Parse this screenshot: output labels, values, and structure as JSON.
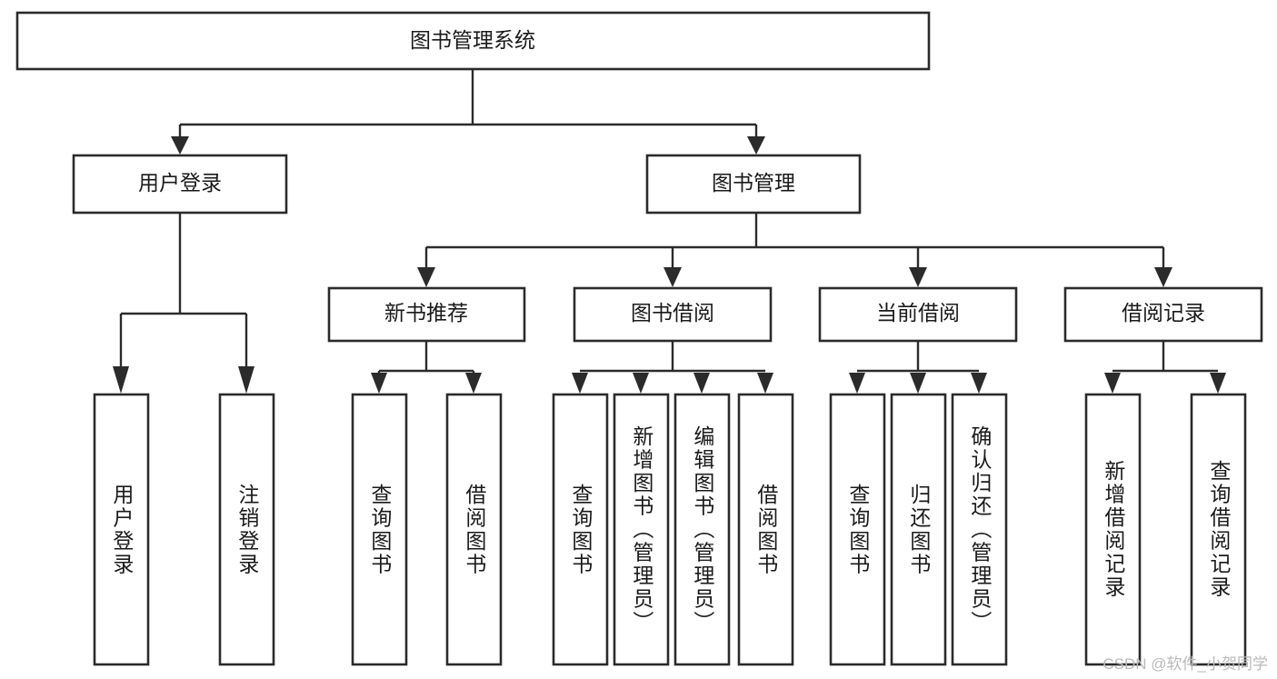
{
  "diagram": {
    "type": "tree-hierarchy",
    "title": "图书管理系统",
    "root": {
      "label": "图书管理系统"
    },
    "level2": [
      {
        "label": "用户登录"
      },
      {
        "label": "图书管理"
      }
    ],
    "level3": [
      {
        "label": "新书推荐"
      },
      {
        "label": "图书借阅"
      },
      {
        "label": "当前借阅"
      },
      {
        "label": "借阅记录"
      }
    ],
    "leaves": {
      "user_login": [
        {
          "label": "用户登录"
        },
        {
          "label": "注销登录"
        }
      ],
      "new_book_recommend": [
        {
          "label": "查询图书"
        },
        {
          "label": "借阅图书"
        }
      ],
      "book_borrow": [
        {
          "label": "查询图书"
        },
        {
          "label": "新增图书（管理员）"
        },
        {
          "label": "编辑图书（管理员）"
        },
        {
          "label": "借阅图书"
        }
      ],
      "current_borrow": [
        {
          "label": "查询图书"
        },
        {
          "label": "归还图书"
        },
        {
          "label": "确认归还（管理员）"
        }
      ],
      "borrow_record": [
        {
          "label": "新增借阅记录"
        },
        {
          "label": "查询借阅记录"
        }
      ]
    }
  },
  "watermark": {
    "text": "CSDN @软件_小贺同学"
  },
  "colors": {
    "stroke": "#2b2b2b",
    "fill": "#ffffff",
    "text": "#1a1a1a",
    "watermark": "#b9b9b9"
  }
}
